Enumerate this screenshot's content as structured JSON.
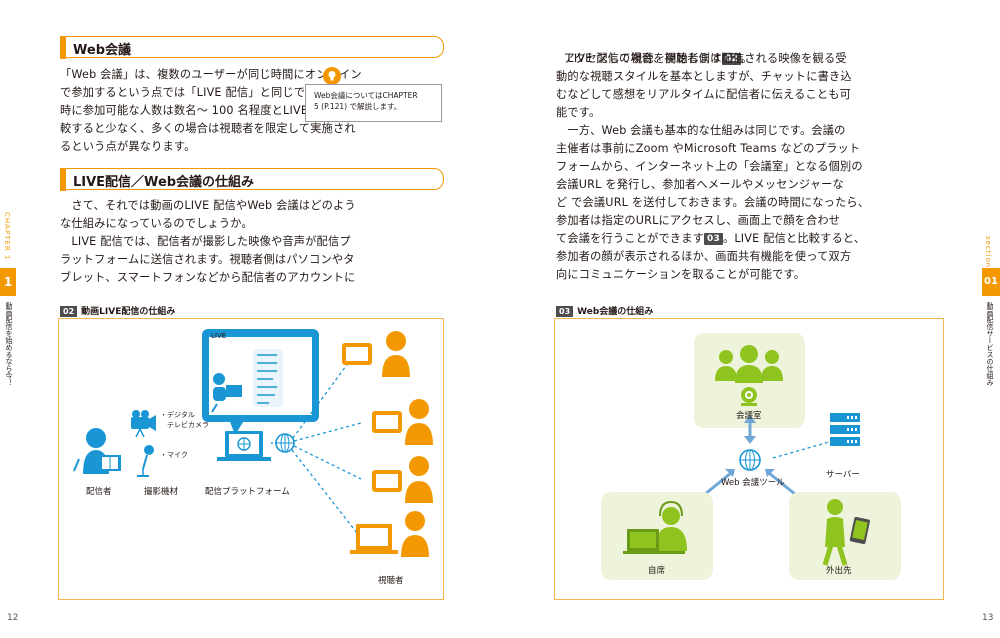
{
  "left_page": {
    "section1_title": "Web会議",
    "section1_paragraph": "「Web 会議」は、複数のユーザーが同じ時間にオンライン\nで参加するという点では「LIVE 配信」と同じですが、同\n時に参加可能な人数は数名〜 100 名程度とLIVE 配信と比\n較すると少なく、多くの場合は視聴者を限定して実施され\nるという点が異なります。",
    "note_text": "Web会議についてはCHAPTER\n5 (P.121) で解説します。",
    "section2_title": "LIVE配信／Web会議の仕組み",
    "section2_paragraph": "　さて、それでは動画のLIVE 配信やWeb 会議はどのよう\nな仕組みになっているのでしょうか。\n　LIVE 配信では、配信者が撮影した映像や音声が配信プ\nラットフォームに送信されます。視聴者側はパソコンやタ\nブレット、スマートフォンなどから配信者のアカウントに",
    "side_chapter": "CHAPTER 1",
    "side_chapter_num": "1",
    "side_title": "動画配信を始めるなら今！",
    "page_number": "12",
    "figure": {
      "number": "02",
      "title": "動画LIVE配信の仕組み",
      "live_label": "LIVE",
      "camera_label": "・デジタル\n　テレビカメラ",
      "mic_label": "・マイク",
      "streamer_label": "配信者",
      "equipment_label": "撮影機材",
      "platform_label": "配信プラットフォーム",
      "viewers_label": "視聴者"
    }
  },
  "right_page": {
    "paragraph1_pre": "アクセスして視聴を開始します",
    "paragraph1_ref": "02",
    "paragraph1_post": "。",
    "paragraph2": "　LIVE 配信の場合、視聴者側は配信される映像を観る受\n動的な視聴スタイルを基本としますが、チャットに書き込\nむなどして感想をリアルタイムに配信者に伝えることも可\n能です。\n　一方、Web 会議も基本的な仕組みは同じです。会議の\n主催者は事前にZoom やMicrosoft Teams などのプラット\nフォームから、インターネット上の「会議室」となる個別の\n会議URL を発行し、参加者へメールやメッセンジャーな\nど で会議URL を送付しておきます。会議の時間になったら、\n参加者は指定のURLにアクセスし、画面上で顔を合わせ",
    "paragraph3_pre": "て会議を行うことができます",
    "paragraph3_ref": "03",
    "paragraph3_post": "。LIVE 配信と比較すると、\n参加者の顔が表示されるほか、画面共有機能を使って双方\n向にコミュニケーションを取ることが可能です。",
    "side_section": "section",
    "side_section_num": "01",
    "side_title": "動画配信サービスの仕組み",
    "page_number": "13",
    "figure": {
      "number": "03",
      "title": "Web会議の仕組み",
      "meeting_room_label": "会議室",
      "server_label": "サーバー",
      "tool_label": "Web 会議ツール",
      "home_label": "自席",
      "outside_label": "外出先"
    }
  },
  "colors": {
    "orange": "#f39800",
    "blue": "#1a96d4",
    "green": "#8fc31f",
    "light_green": "#eef4dc"
  }
}
